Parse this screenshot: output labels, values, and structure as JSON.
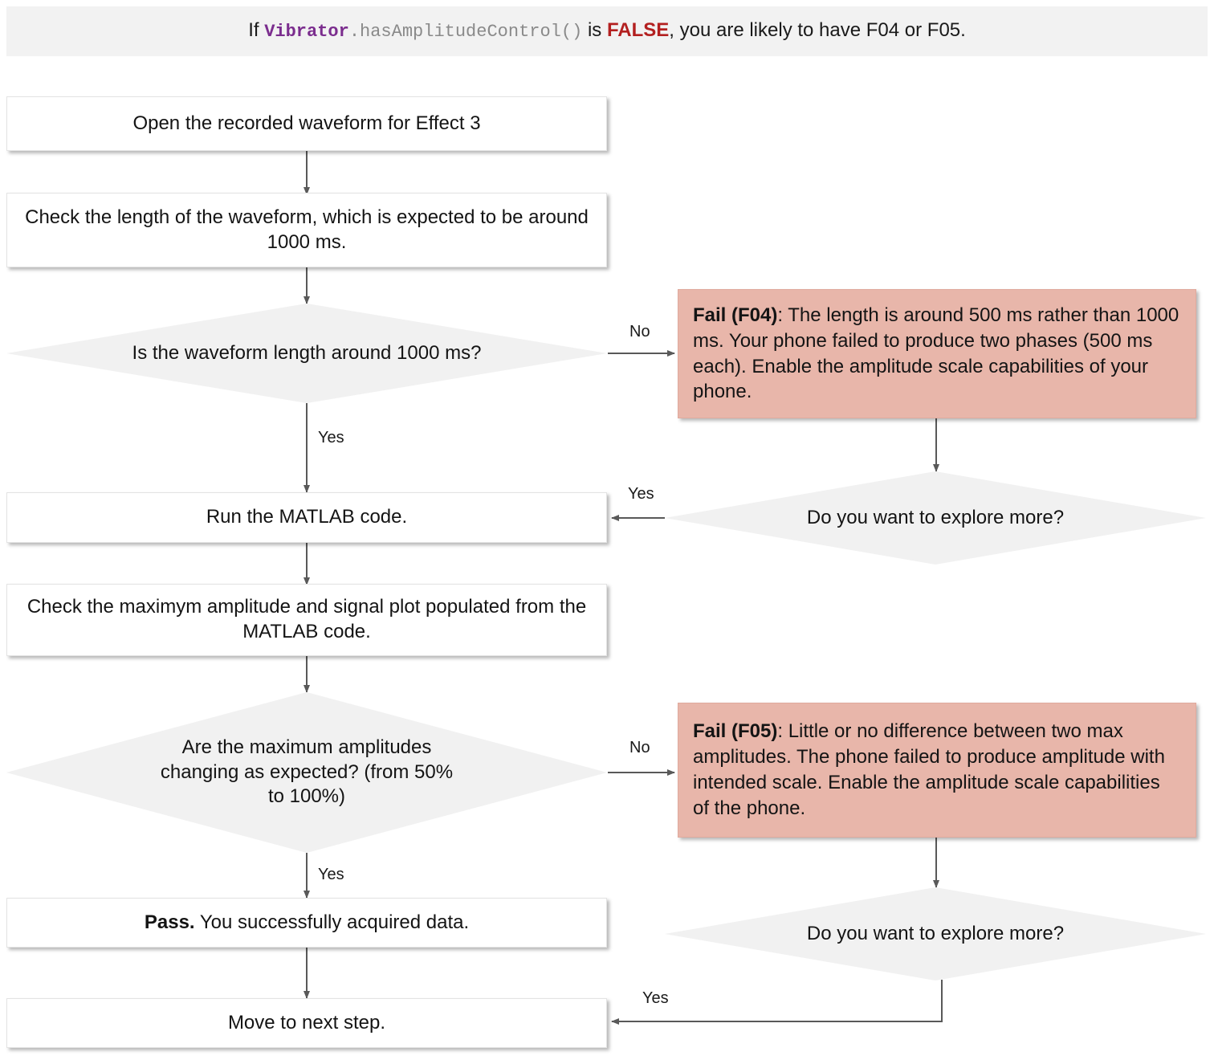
{
  "header": {
    "prefix": "If ",
    "class_name": "Vibrator",
    "method": ".hasAmplitudeControl()",
    "mid": " is ",
    "false_token": "FALSE",
    "suffix": ", you are likely to have F04 or F05."
  },
  "colors": {
    "banner_bg": "#f2f2f2",
    "class_purple": "#7b2d8e",
    "method_gray": "#8a8a8a",
    "false_red": "#b32020",
    "fail_box_bg": "#e8b6aa",
    "diamond_bg": "#f1f1f1",
    "rect_bg": "#ffffff",
    "connector": "#595959"
  },
  "nodes": {
    "open_waveform": "Open the recorded waveform for Effect 3",
    "check_length": "Check the length of the waveform, which is expected to be around 1000 ms.",
    "decision_length": "Is the waveform length around 1000 ms?",
    "fail_f04_bold": "Fail (F04)",
    "fail_f04_rest": ": The length is around 500 ms rather than 1000 ms. Your phone failed to produce two phases (500 ms each). Enable the amplitude scale capabilities of your phone.",
    "explore_more_top": "Do you want to explore more?",
    "run_matlab": "Run the MATLAB code.",
    "check_amplitude": "Check the maximym amplitude and signal plot populated from the MATLAB code.",
    "decision_amplitudes": "Are the maximum amplitudes changing as expected? (from 50% to 100%)",
    "fail_f05_bold": "Fail (F05)",
    "fail_f05_rest": ": Little or no difference between two max amplitudes. The phone failed to produce amplitude with intended scale. Enable the amplitude scale capabilities of the phone.",
    "explore_more_bottom": "Do you want to explore more?",
    "pass_bold": "Pass.",
    "pass_rest": " You successfully acquired data.",
    "move_next": "Move to next step."
  },
  "edge_labels": {
    "length_no": "No",
    "length_yes": "Yes",
    "explore_top_yes": "Yes",
    "amp_no": "No",
    "amp_yes": "Yes",
    "explore_bottom_yes": "Yes"
  }
}
